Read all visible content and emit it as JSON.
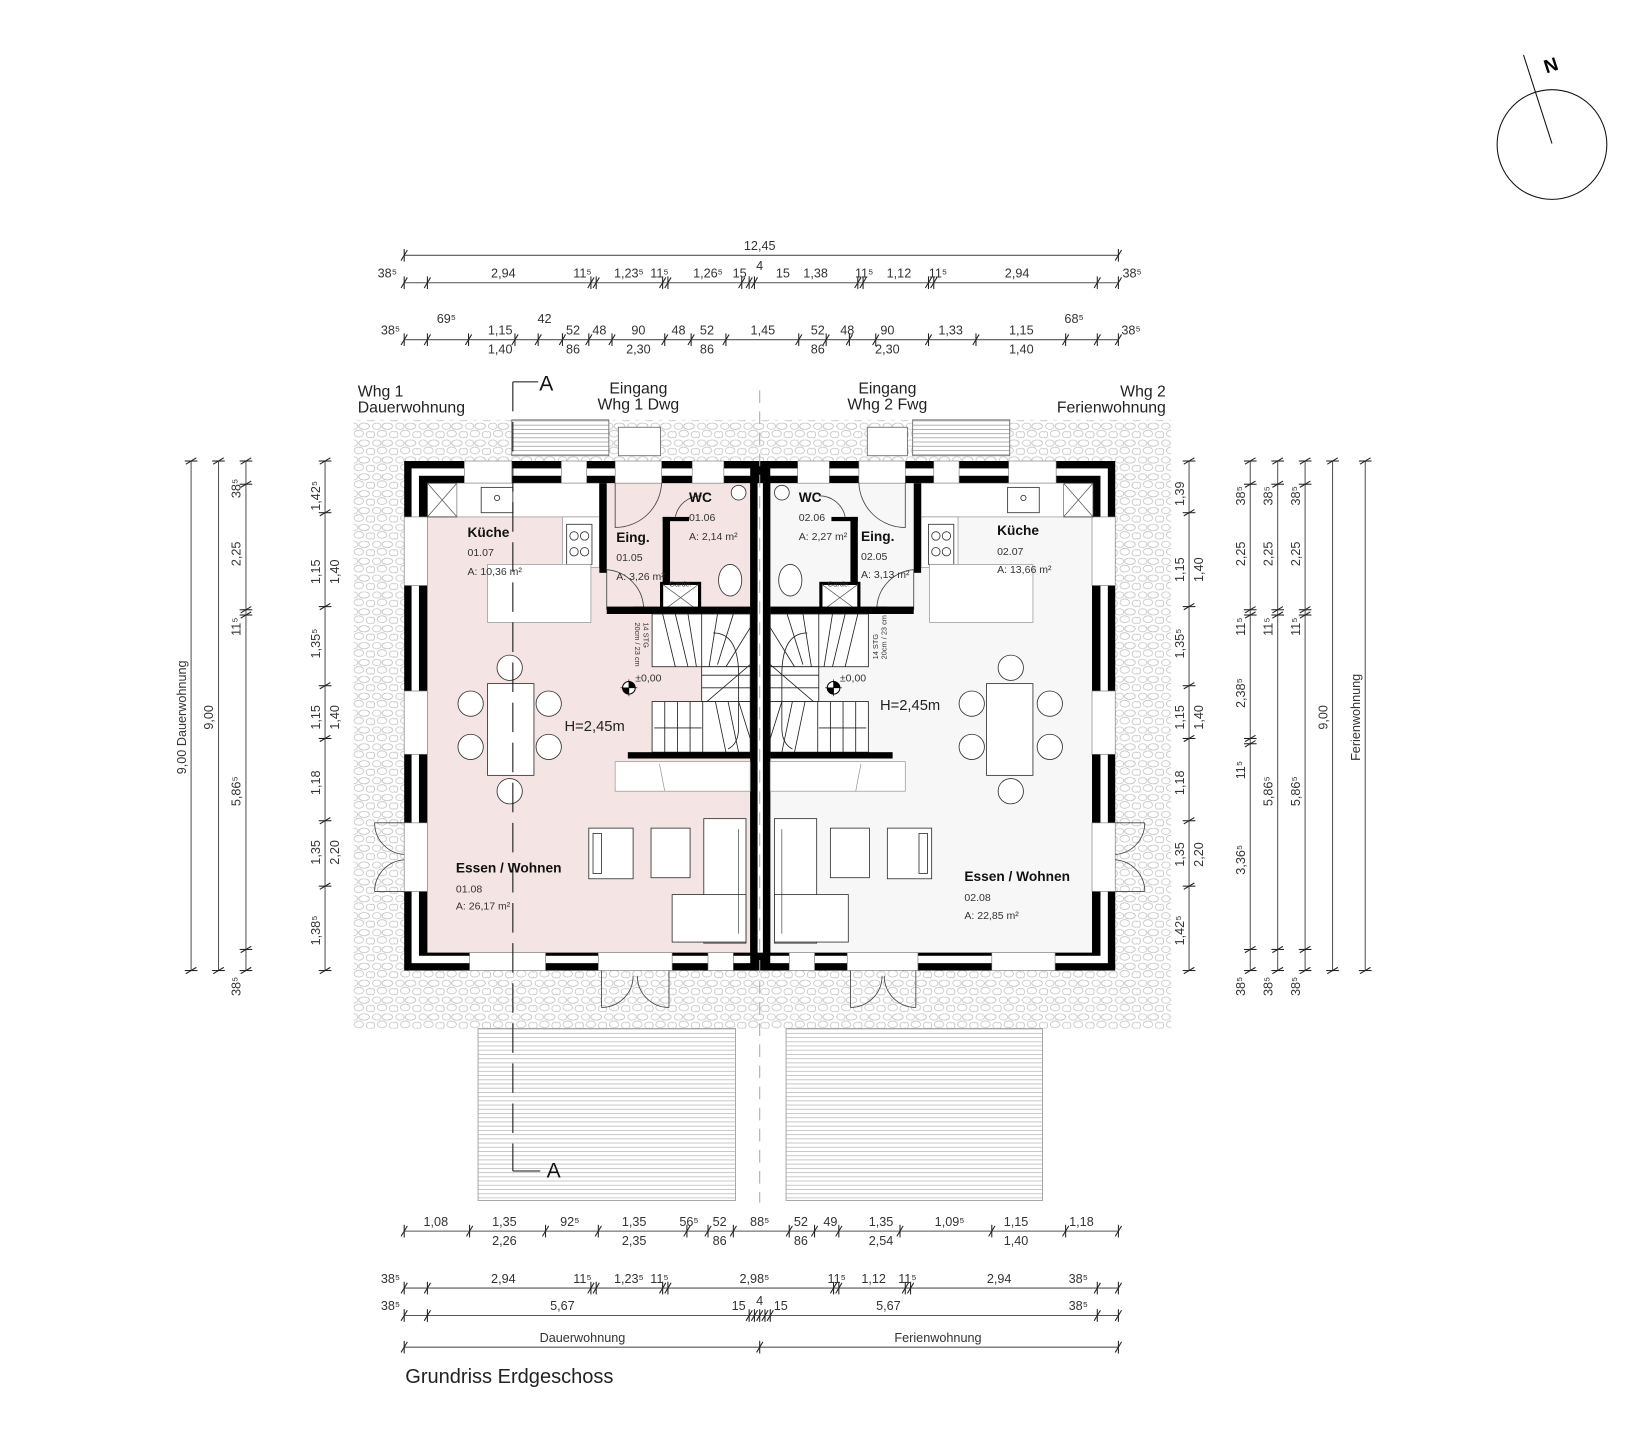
{
  "title": "Grundriss Erdgeschoss",
  "north_label": "N",
  "section_marker": "A",
  "headers": {
    "whg1_line1": "Whg 1",
    "whg1_line2": "Dauerwohnung",
    "entrance1_line1": "Eingang",
    "entrance1_line2": "Whg 1 Dwg",
    "entrance2_line1": "Eingang",
    "entrance2_line2": "Whg 2 Fwg",
    "whg2_line1": "Whg 2",
    "whg2_line2": "Ferienwohnung"
  },
  "rooms": [
    {
      "name": "Küche",
      "number": "01.07",
      "area": "A: 10,36 m²"
    },
    {
      "name": "Eing.",
      "number": "01.05",
      "area": "A: 3,26 m²"
    },
    {
      "name": "WC",
      "number": "01.06",
      "area": "A: 2,14 m²"
    },
    {
      "name": "Essen / Wohnen",
      "number": "01.08",
      "area": "A: 26,17 m²"
    },
    {
      "name": "WC",
      "number": "02.06",
      "area": "A: 2,27 m²"
    },
    {
      "name": "Eing.",
      "number": "02.05",
      "area": "A: 3,13 m²"
    },
    {
      "name": "Küche",
      "number": "02.07",
      "area": "A: 13,66 m²"
    },
    {
      "name": "Essen / Wohnen",
      "number": "02.08",
      "area": "A: 22,85 m²"
    }
  ],
  "annotations": {
    "ceiling_height": "H=2,45m",
    "level": "±0,00",
    "wardrobe": "Garde.",
    "stair_steps": "14 STG",
    "stair_rise": "20cm / 23 cm"
  },
  "dimensions": {
    "top_total": "12,45",
    "top_row2": [
      "38⁵",
      "2,94",
      "11⁵",
      "1,23⁵",
      "11⁵",
      "1,26⁵",
      "15",
      "15",
      "1,38",
      "11⁵",
      "1,12",
      "11⁵",
      "2,94",
      "38⁵"
    ],
    "top_row2_mid": "4",
    "top_row3": [
      [
        "38⁵"
      ],
      [
        "69⁵"
      ],
      [
        "1,15",
        "1,40"
      ],
      [
        "42"
      ],
      [
        "52",
        "86"
      ],
      [
        "48"
      ],
      [
        "90",
        "2,30"
      ],
      [
        "48"
      ],
      [
        "52",
        "86"
      ],
      [
        "1,45"
      ],
      [
        "52",
        "86"
      ],
      [
        "48"
      ],
      [
        "90",
        "2,30"
      ],
      [
        "1,33"
      ],
      [
        "1,15",
        "1,40"
      ],
      [
        "68⁵"
      ],
      [
        "38⁵"
      ]
    ],
    "bottom_row1": [
      [
        "1,08"
      ],
      [
        "1,35",
        "2,26"
      ],
      [
        "92⁵"
      ],
      [
        "1,35",
        "2,35"
      ],
      [
        "56⁵"
      ],
      [
        "52",
        "86"
      ],
      [
        "88⁵"
      ],
      [
        "52",
        "86"
      ],
      [
        "49"
      ],
      [
        "1,35",
        "2,54"
      ],
      [
        "1,09⁵"
      ],
      [
        "1,15",
        "1,40"
      ],
      [
        "1,18"
      ]
    ],
    "bottom_row2": [
      "38⁵",
      "2,94",
      "11⁵",
      "1,23⁵",
      "11⁵",
      "2,98⁵",
      "11⁵",
      "1,12",
      "11⁵",
      "2,94",
      "38⁵"
    ],
    "bottom_row2_mid": "4",
    "bottom_row3": [
      "38⁵",
      "5,67",
      "15",
      "15",
      "5,67",
      "38⁵"
    ],
    "bottom_row4": [
      "Dauerwohnung",
      "Ferienwohnung"
    ],
    "left_1": [
      [
        "9,00 Dauerwohnung"
      ]
    ],
    "left_2": [
      [
        "9,00"
      ]
    ],
    "left_3": [
      [
        "38⁵"
      ],
      [
        "2,25"
      ],
      [
        "11⁵"
      ],
      [
        "5,86⁵"
      ],
      [
        "38⁵"
      ]
    ],
    "left_4": [
      [
        "1,42⁵"
      ],
      [
        "1,15",
        "1,40"
      ],
      [
        "1,35⁵"
      ],
      [
        "1,15",
        "1,40"
      ],
      [
        "1,18"
      ],
      [
        "1,35",
        "2,20"
      ],
      [
        "1,38⁵"
      ]
    ],
    "right_1": [
      [
        "1,39"
      ],
      [
        "1,15",
        "1,40"
      ],
      [
        "1,35⁵"
      ],
      [
        "1,15",
        "1,40"
      ],
      [
        "1,18"
      ],
      [
        "1,35",
        "2,20"
      ],
      [
        "1,42⁵"
      ]
    ],
    "right_2": [
      [
        "38⁵"
      ],
      [
        "2,25"
      ],
      [
        "11⁵"
      ],
      [
        "2,38⁵"
      ],
      [
        "11⁵"
      ],
      [
        "3,36⁵"
      ],
      [
        "38⁵"
      ]
    ],
    "right_3": [
      [
        "38⁵"
      ],
      [
        "2,25"
      ],
      [
        "11⁵"
      ],
      [
        "5,86⁵"
      ],
      [
        "38⁵"
      ]
    ],
    "right_4": [
      [
        "38⁵"
      ],
      [
        "2,25"
      ],
      [
        "11⁵"
      ],
      [
        "5,86⁵"
      ],
      [
        "38⁵"
      ]
    ],
    "right_5": [
      [
        "9,00"
      ]
    ],
    "right_6": [
      [
        "Ferienwohnung"
      ]
    ]
  },
  "colors": {
    "unit1_floor": "#f5e4e4",
    "unit2_floor": "#f7f7f7",
    "wall": "#000000"
  }
}
